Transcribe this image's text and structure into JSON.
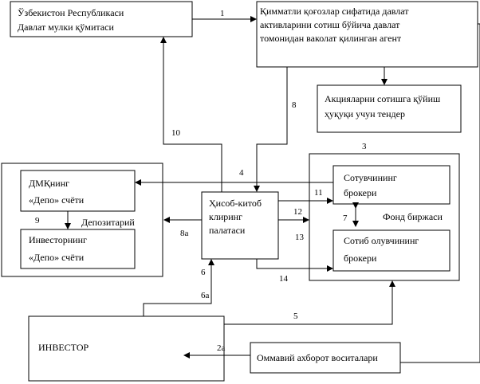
{
  "boxes": {
    "state_committee": {
      "line1": "Ўзбекистон Республикаси",
      "line2": "Давлат мулки қўмитаси"
    },
    "agent": {
      "line1": "Қимматли қоғозлар сифатида давлат",
      "line2": "активларини сотиш бўйича давлат",
      "line3": "томонидан ваколат қилинган агент"
    },
    "tender": {
      "line1": "Акцияларни сотишга қўйиш",
      "line2": "ҳуқуқи учун тендер"
    },
    "dmk_depo": {
      "line1": "ДМҚнинг",
      "line2": "«Депо» счёти"
    },
    "investor_depo": {
      "line1": "Инвесторнинг",
      "line2": "«Депо» счёти"
    },
    "depository_label": "Депозитарий",
    "clearing": {
      "line1": "Ҳисоб-китоб",
      "line2": "клиринг",
      "line3": "палатаси"
    },
    "seller_broker": {
      "line1": "Сотувчининг",
      "line2": "брокери"
    },
    "buyer_broker": {
      "line1": "Сотиб олувчининг",
      "line2": "брокери"
    },
    "exchange_label": "Фонд биржаси",
    "investor": "ИНВЕСТОР",
    "media": "Оммавий ахборот воситалари"
  },
  "flow_labels": {
    "f1": "1",
    "f2a": "2а",
    "f3": "3",
    "f4": "4",
    "f5": "5",
    "f6": "6",
    "f6a": "6а",
    "f7": "7",
    "f8": "8",
    "f8a": "8а",
    "f9": "9",
    "f10": "10",
    "f11": "11",
    "f12": "12",
    "f13": "13",
    "f14": "14"
  }
}
